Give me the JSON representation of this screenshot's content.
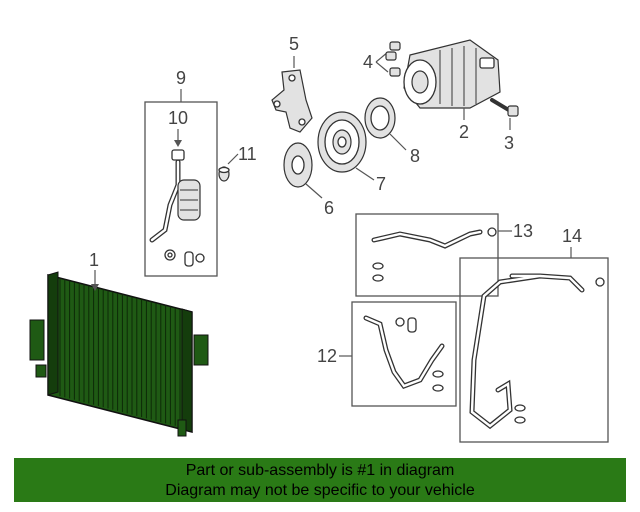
{
  "callouts": {
    "c1": "1",
    "c2": "2",
    "c3": "3",
    "c4": "4",
    "c5": "5",
    "c6": "6",
    "c7": "7",
    "c8": "8",
    "c9": "9",
    "c10": "10",
    "c11": "11",
    "c12": "12",
    "c13": "13",
    "c14": "14"
  },
  "footer": {
    "line1": "Part or sub-assembly is #1 in diagram",
    "line2": "Diagram may not be specific to your vehicle"
  },
  "colors": {
    "footer_bg": "#2a7a16",
    "condenser": "#1f5a14"
  }
}
